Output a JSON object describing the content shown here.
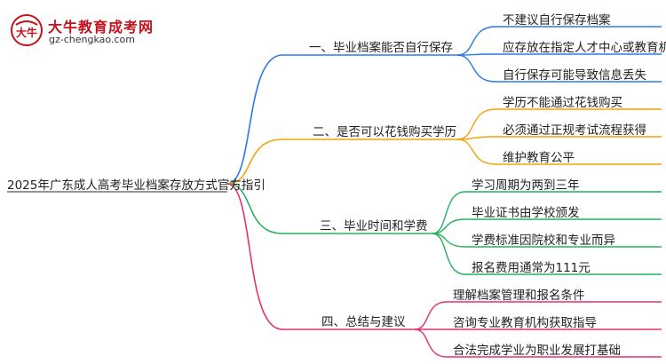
{
  "logo": {
    "title": "大牛教育成考网",
    "url": "gz-chengkao.com",
    "mark_text": "大牛"
  },
  "root": "2025年广东成人高考毕业档案存放方式官方指引",
  "colors": {
    "branch_1": "#2a7ae8",
    "branch_2": "#f2a20b",
    "branch_3": "#27b15e",
    "branch_4": "#e5326e",
    "root_line": "#555555",
    "logo_red": "#c3121b"
  },
  "branches": [
    {
      "label": "一、毕业档案能否自行保存",
      "leaves": [
        "不建议自行保存档案",
        "应存放在指定人才中心或教育机构",
        "自行保存可能导致信息丢失"
      ]
    },
    {
      "label": "二、是否可以花钱购买学历",
      "leaves": [
        "学历不能通过花钱购买",
        "必须通过正规考试流程获得",
        "维护教育公平"
      ]
    },
    {
      "label": "三、毕业时间和学费",
      "leaves": [
        "学习周期为两到三年",
        "毕业证书由学校颁发",
        "学费标准因院校和专业而异",
        "报名费用通常为111元"
      ]
    },
    {
      "label": "四、总结与建议",
      "leaves": [
        "理解档案管理和报名条件",
        "咨询专业教育机构获取指导",
        "合法完成学业为职业发展打基础"
      ]
    }
  ]
}
